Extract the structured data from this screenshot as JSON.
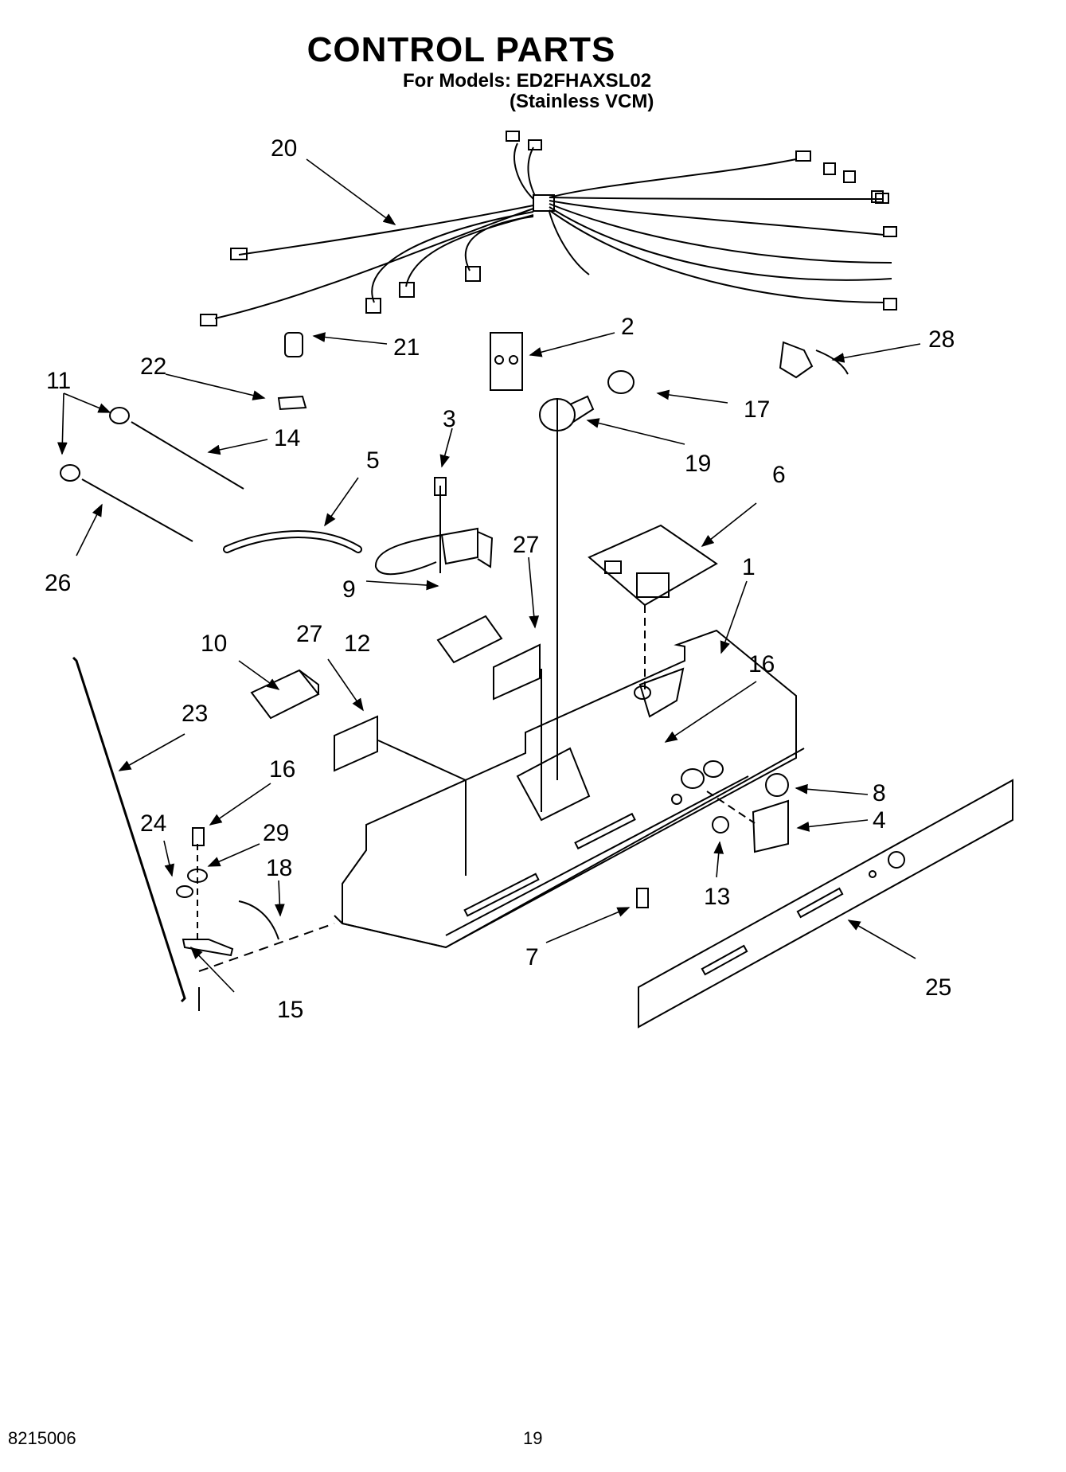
{
  "header": {
    "title": "CONTROL PARTS",
    "models_line": "For Models: ED2FHAXSL02",
    "variant_line": "(Stainless VCM)"
  },
  "callouts": {
    "c1": "1",
    "c2": "2",
    "c3": "3",
    "c4": "4",
    "c5": "5",
    "c6": "6",
    "c7": "7",
    "c8": "8",
    "c9": "9",
    "c10": "10",
    "c11": "11",
    "c12": "12",
    "c13": "13",
    "c14": "14",
    "c15": "15",
    "c16a": "16",
    "c16b": "16",
    "c17": "17",
    "c18": "18",
    "c19": "19",
    "c20": "20",
    "c21": "21",
    "c22": "22",
    "c23": "23",
    "c24": "24",
    "c25": "25",
    "c26": "26",
    "c27a": "27",
    "c27b": "27",
    "c28": "28",
    "c29": "29"
  },
  "footer": {
    "doc_number": "8215006",
    "page_number": "19"
  }
}
